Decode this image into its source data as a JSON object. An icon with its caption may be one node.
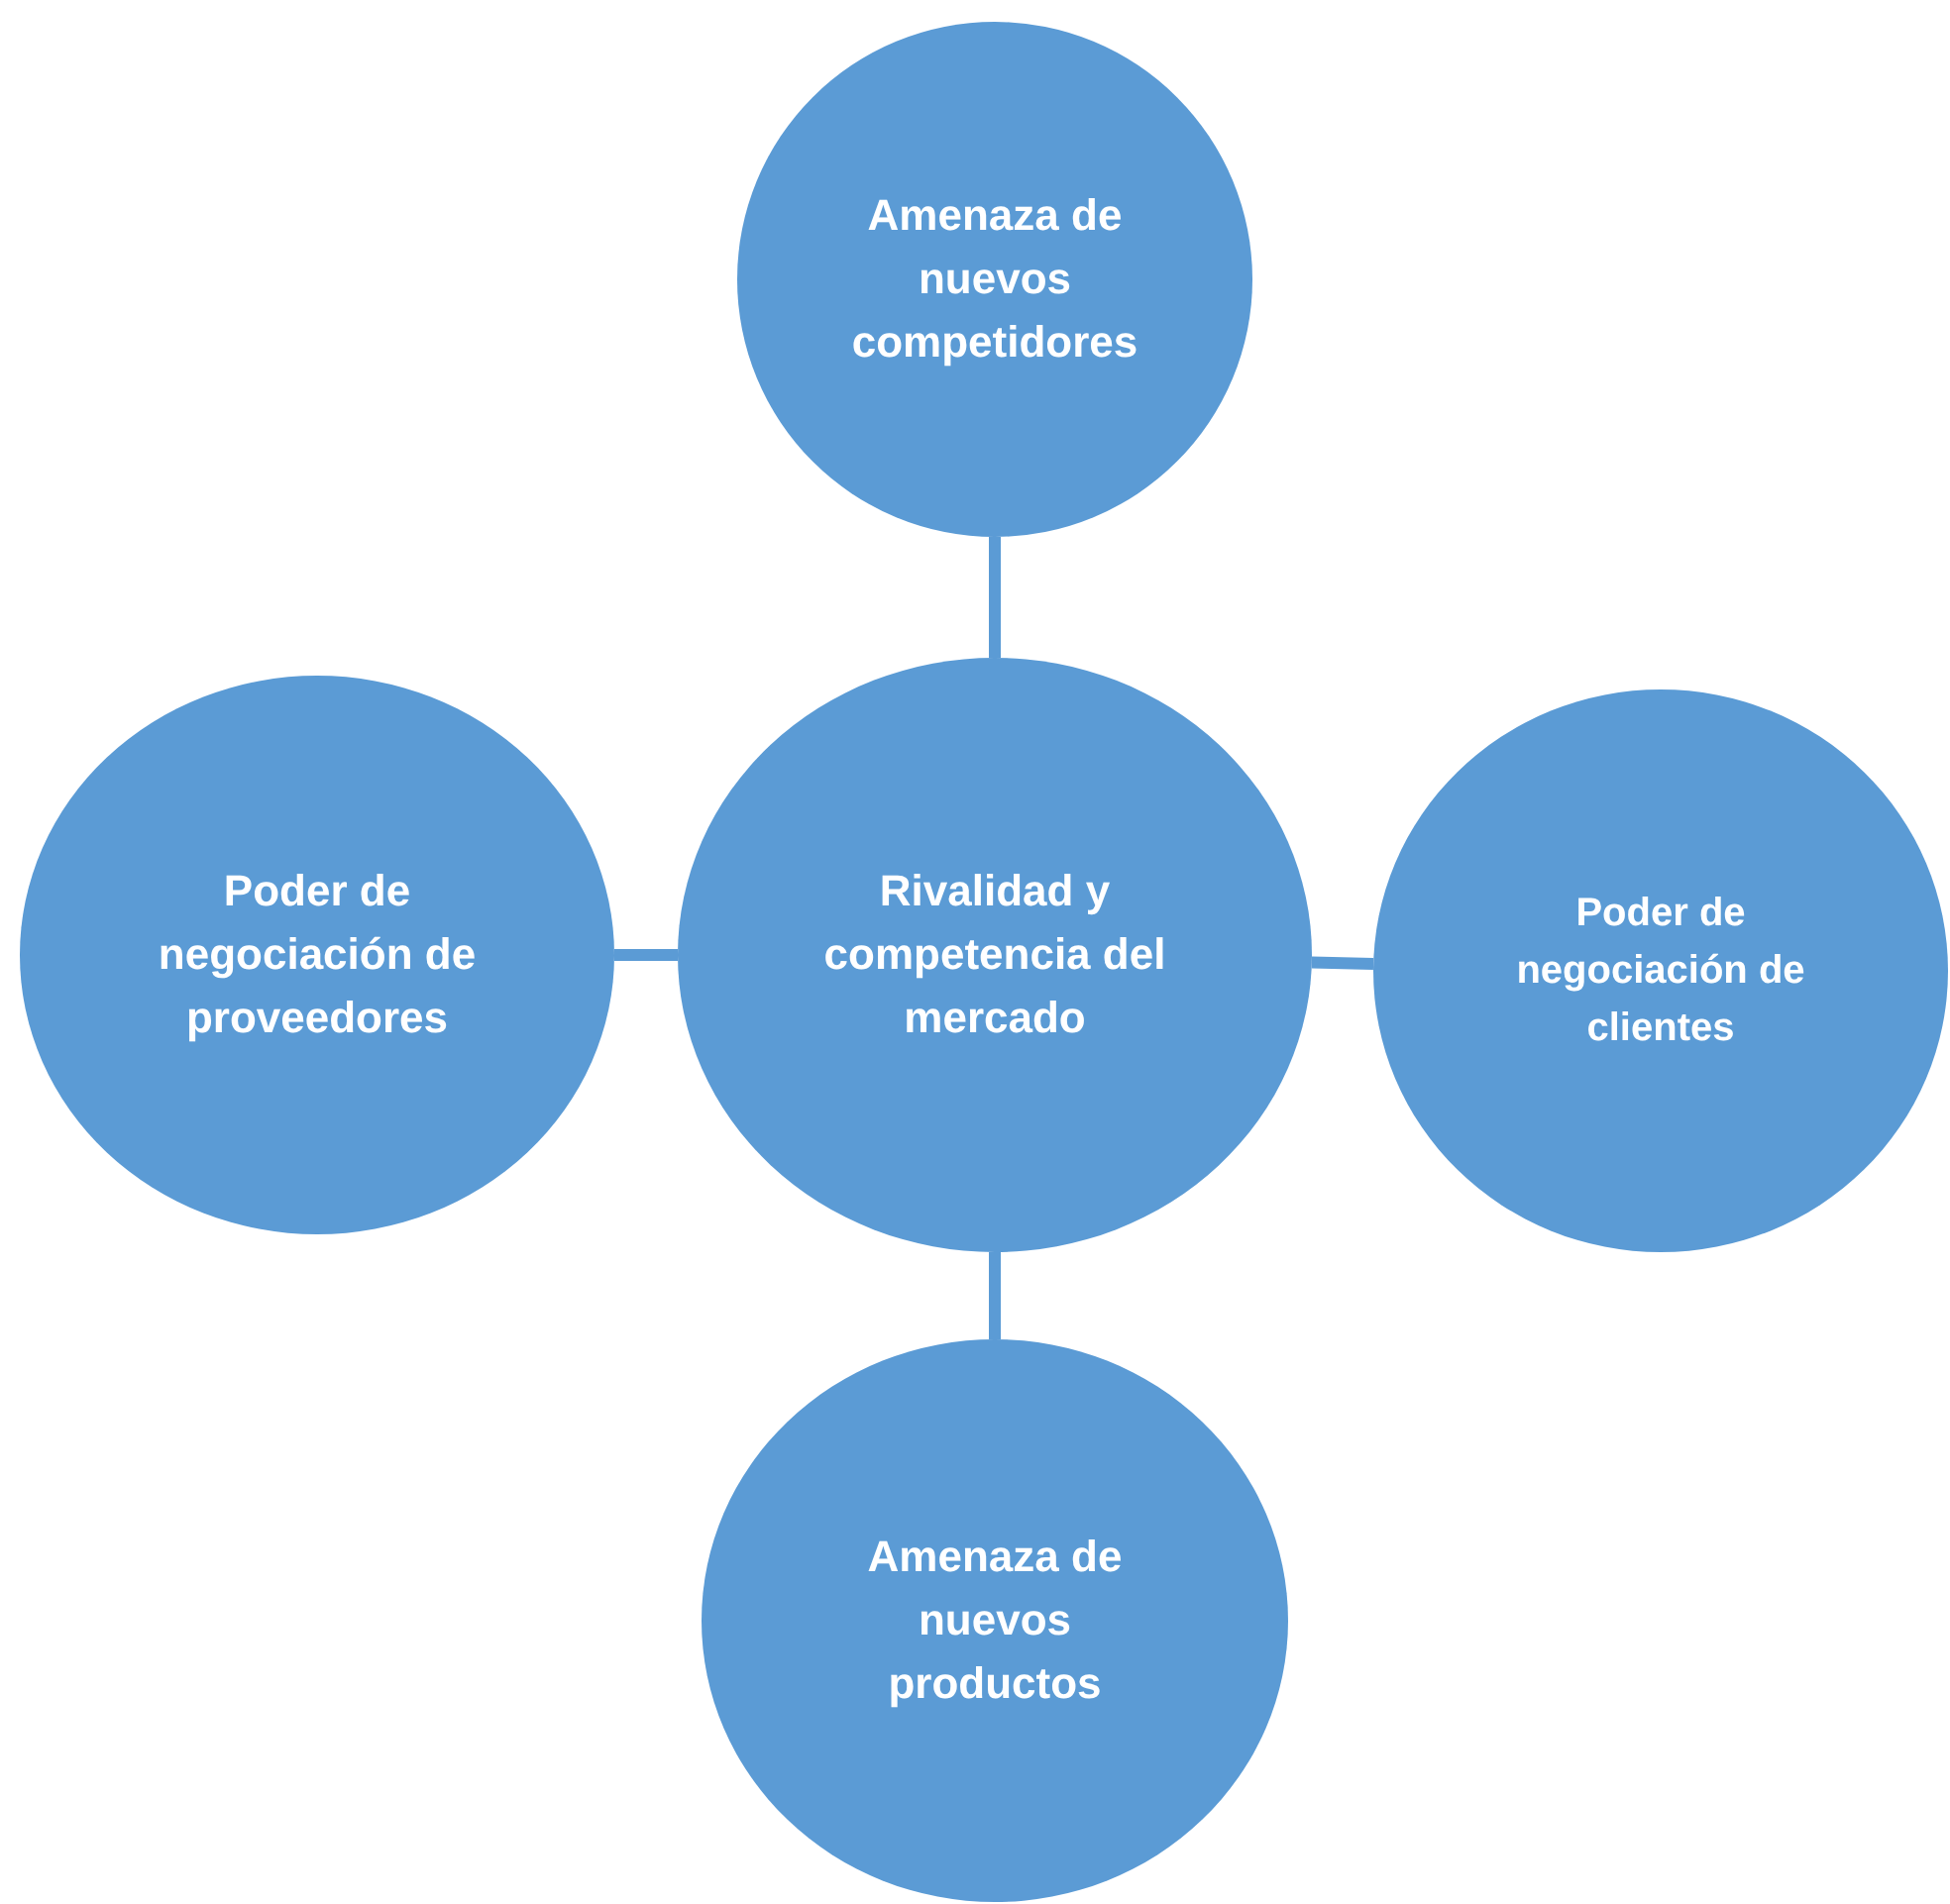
{
  "diagram": {
    "nodes": [
      {
        "text": [
          "Amenaza de nuevos competidores"
        ]
      },
      {
        "text": [
          "Poder de negociación de proveedores"
        ]
      },
      {
        "text": [
          "Rivalidad y competencia del mercado"
        ]
      },
      {
        "text": [
          "Poder de negociación de clientes"
        ]
      },
      {
        "text": [
          "Amenaza de nuevos productos"
        ]
      }
    ],
    "edges": [
      {
        "from": 2,
        "to": 0,
        "arrow": "none"
      },
      {
        "from": 2,
        "to": 1,
        "arrow": "none"
      },
      {
        "from": 2,
        "to": 3,
        "arrow": "none"
      },
      {
        "from": 2,
        "to": 4,
        "arrow": "none"
      }
    ]
  }
}
